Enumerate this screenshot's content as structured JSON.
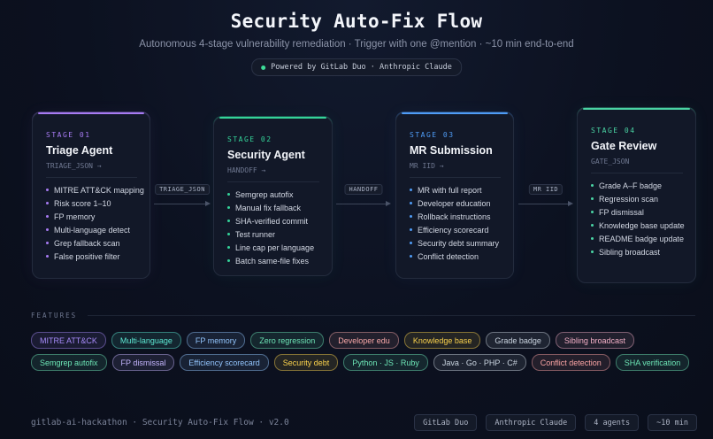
{
  "header": {
    "title": "Security Auto-Fix Flow",
    "subtitle": "Autonomous 4-stage vulnerability remediation · Trigger with one @mention · ~10 min end-to-end",
    "powered_by": "Powered by GitLab Duo · Anthropic Claude"
  },
  "stages": [
    {
      "stage": "STAGE 01",
      "name": "Triage Agent",
      "output": "TRIAGE_JSON →",
      "color": "#a77bf3",
      "items": [
        "MITRE ATT&CK mapping",
        "Risk score 1–10",
        "FP memory",
        "Multi-language detect",
        "Grep fallback scan",
        "False positive filter"
      ]
    },
    {
      "stage": "STAGE 02",
      "name": "Security Agent",
      "output": "HANDOFF →",
      "color": "#34d399",
      "items": [
        "Semgrep autofix",
        "Manual fix fallback",
        "SHA-verified commit",
        "Test runner",
        "Line cap per language",
        "Batch same-file fixes"
      ]
    },
    {
      "stage": "STAGE 03",
      "name": "MR Submission",
      "output": "MR IID →",
      "color": "#4f9cf6",
      "items": [
        "MR with full report",
        "Developer education",
        "Rollback instructions",
        "Efficiency scorecard",
        "Security debt summary",
        "Conflict detection"
      ]
    },
    {
      "stage": "STAGE 04",
      "name": "Gate Review",
      "output": "GATE_JSON",
      "color": "#4ad4a4",
      "items": [
        "Grade A–F badge",
        "Regression scan",
        "FP dismissal",
        "Knowledge base update",
        "README badge update",
        "Sibling broadcast"
      ]
    }
  ],
  "connectors": [
    "TRIAGE_JSON",
    "HANDOFF",
    "MR IID"
  ],
  "features": {
    "heading": "FEATURES",
    "row1": [
      {
        "label": "MITRE ATT&CK",
        "color": "#a78bfa"
      },
      {
        "label": "Multi-language",
        "color": "#5eead4"
      },
      {
        "label": "FP memory",
        "color": "#93c5fd"
      },
      {
        "label": "Zero regression",
        "color": "#6ee7b7"
      },
      {
        "label": "Developer edu",
        "color": "#f9a8a8"
      },
      {
        "label": "Knowledge base",
        "color": "#fcd34d"
      },
      {
        "label": "Grade badge",
        "color": "#cbd5e1"
      },
      {
        "label": "Sibling broadcast",
        "color": "#f5b1c8"
      }
    ],
    "row2": [
      {
        "label": "Semgrep autofix",
        "color": "#6ee7b7"
      },
      {
        "label": "FP dismissal",
        "color": "#c4b5fd"
      },
      {
        "label": "Efficiency scorecard",
        "color": "#93c5fd"
      },
      {
        "label": "Security debt",
        "color": "#fcd34d"
      },
      {
        "label": "Python · JS · Ruby",
        "color": "#6ee7b7"
      },
      {
        "label": "Java · Go · PHP · C#",
        "color": "#cbd5e1"
      },
      {
        "label": "Conflict detection",
        "color": "#fca5a5"
      },
      {
        "label": "SHA verification",
        "color": "#6ee7b7"
      }
    ]
  },
  "footer": {
    "text": "gitlab-ai-hackathon · Security Auto-Fix Flow · v2.0",
    "badges": [
      "GitLab Duo",
      "Anthropic Claude",
      "4 agents",
      "~10 min"
    ]
  }
}
